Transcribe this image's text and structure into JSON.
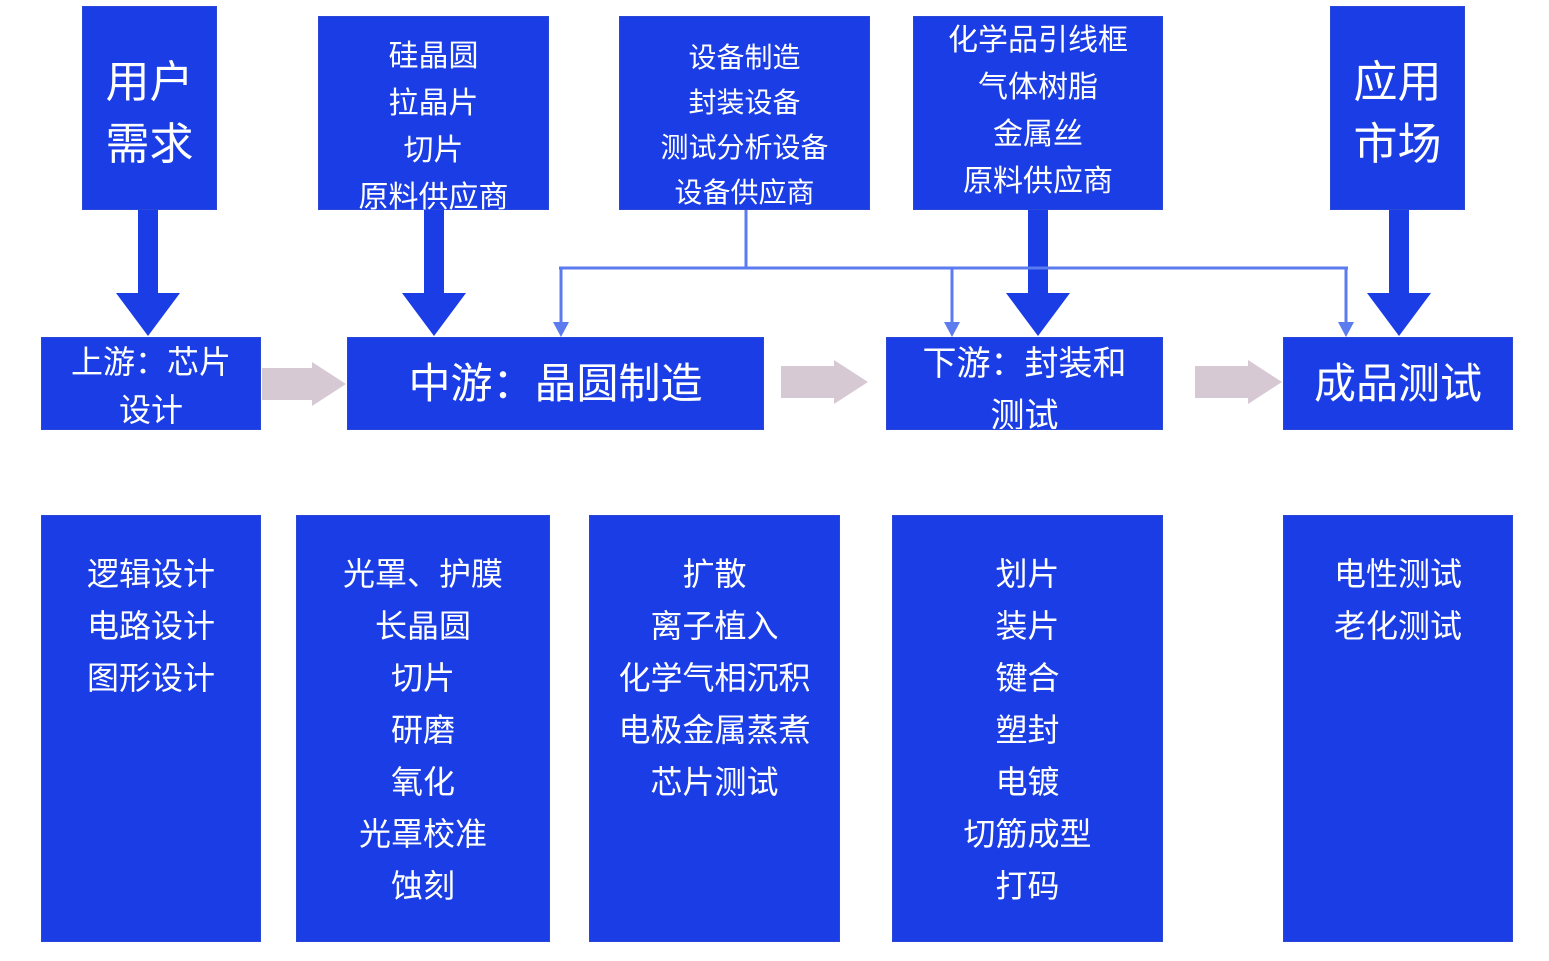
{
  "colors": {
    "box_fill": "#1a3de6",
    "box_text": "#ffffff",
    "connector": "#5b7bef",
    "flow_arrow": "#d7c9d4"
  },
  "top_boxes": {
    "user_demand": "用户\n需求",
    "wafer_materials": "硅晶圆\n拉晶片\n切片\n原料供应商",
    "equipment": "设备制造\n封装设备\n测试分析设备\n设备供应商",
    "chemicals": "化学品引线框\n气体树脂\n金属丝\n原料供应商",
    "application_market": "应用\n市场"
  },
  "stages": {
    "upstream": "上游：芯片\n设计",
    "midstream": "中游：晶圆制造",
    "downstream": "下游：封装和\n测试",
    "final_test": "成品测试"
  },
  "details": {
    "design": "逻辑设计\n电路设计\n图形设计",
    "wafer_process": "光罩、护膜\n长晶圆\n切片\n研磨\n氧化\n光罩校准\n蚀刻",
    "fab_process": "扩散\n离子植入\n化学气相沉积\n电极金属蒸煮\n芯片测试",
    "packaging": "划片\n装片\n键合\n塑封\n电镀\n切筋成型\n打码",
    "testing": "电性测试\n老化测试"
  }
}
